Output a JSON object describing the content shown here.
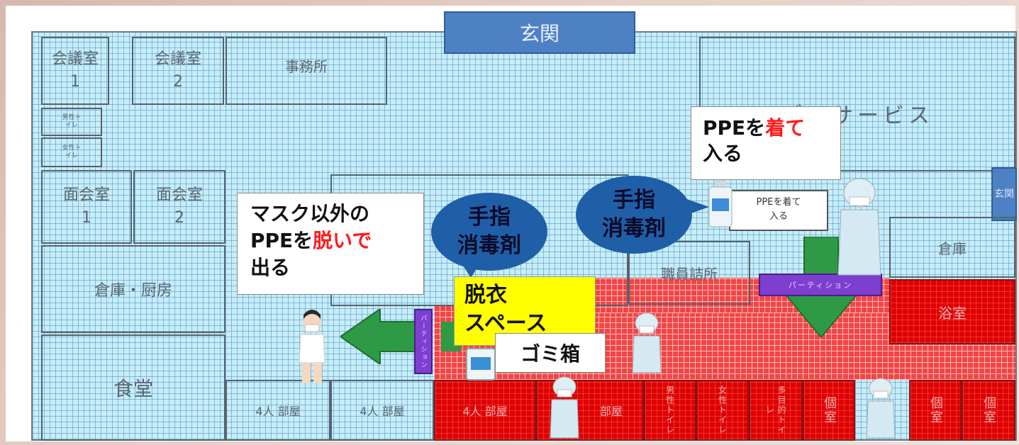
{
  "entrance_label": "玄関",
  "rooms": {
    "meeting1": "会議室\n1",
    "meeting2": "会議室\n2",
    "office": "事務所",
    "toilet_m": "男性ト\nイレ",
    "toilet_f": "女性ト\nイレ",
    "visit1": "面会室\n1",
    "visit2": "面会室\n2",
    "storage_kitchen": "倉庫・厨房",
    "dining": "食堂",
    "dayservice": "デイサービス",
    "side_entrance": "玄関",
    "storage": "倉庫",
    "staff_room": "職員詰所",
    "bath": "浴室",
    "four_room_a": "4人 部屋",
    "four_room_b": "4人 部屋",
    "four_room_red": "4人 部屋",
    "room_red": "部屋",
    "toilet_red_m": "男性トイレ",
    "toilet_red_f": "女性トイレ",
    "toilet_red_multi": "多目的トイレ",
    "private1": "個室",
    "private2": "個室",
    "private3": "個室"
  },
  "partition_label": "パーティション",
  "partition_v_label": "パーティション",
  "sign_small": "PPEを着て\n入る",
  "callouts": {
    "enter_line1_prefix": "PPEを",
    "enter_line1_red": "着て",
    "enter_line2": "入る",
    "exit_line1": "マスク以外の",
    "exit_line2_prefix": "PPEを",
    "exit_line2_red": "脱いで",
    "exit_line3": "出る"
  },
  "sanitizer_1": "手指\n消毒剤",
  "sanitizer_2": "手指\n消毒剤",
  "undress_space": "脱衣\nスペース",
  "trash": "ゴミ箱",
  "colors": {
    "red_zone": "#f24545",
    "red_room": "#e00000",
    "arrow_green": "#2f9a45",
    "bubble_blue": "#1f5fa8",
    "highlight_red": "#ff1a1a",
    "yellow": "#ffff00"
  }
}
